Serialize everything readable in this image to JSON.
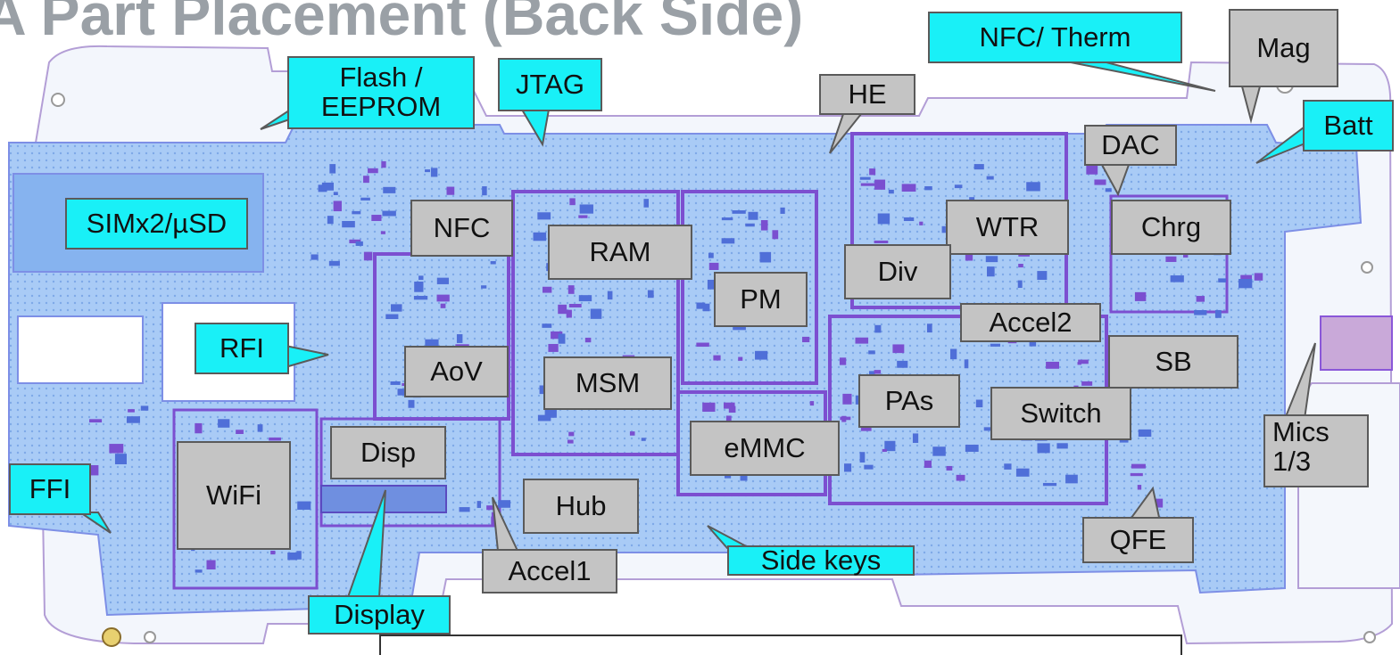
{
  "title": "A Part Placement (Back Side)",
  "colors": {
    "board": "#9cc3f4",
    "board_dark": "#6f9ee6",
    "trace": "#8a57d8",
    "callout_gray": "#c4c4c4",
    "callout_cyan": "#19f0f7",
    "title": "#9aa0a6"
  },
  "labels": {
    "flash_eeprom_1": "Flash /",
    "flash_eeprom_2": "EEPROM",
    "jtag": "JTAG",
    "nfc_therm": "NFC/  Therm",
    "mag": "Mag",
    "he": "HE",
    "batt": "Batt",
    "dac": "DAC",
    "sim": "SIMx2/µSD",
    "nfc": "NFC",
    "ram": "RAM",
    "wtr": "WTR",
    "chrg": "Chrg",
    "div": "Div",
    "pm": "PM",
    "accel2": "Accel2",
    "rfi": "RFI",
    "aov": "AoV",
    "msm": "MSM",
    "sb": "SB",
    "pas": "PAs",
    "switch": "Switch",
    "mics_1": "Mics",
    "mics_2": "1/3",
    "disp": "Disp",
    "emmc": "eMMC",
    "ffi": "FFI",
    "wifi": "WiFi",
    "hub": "Hub",
    "qfe": "QFE",
    "side_keys": "Side keys",
    "accel1": "Accel1",
    "display": "Display"
  }
}
